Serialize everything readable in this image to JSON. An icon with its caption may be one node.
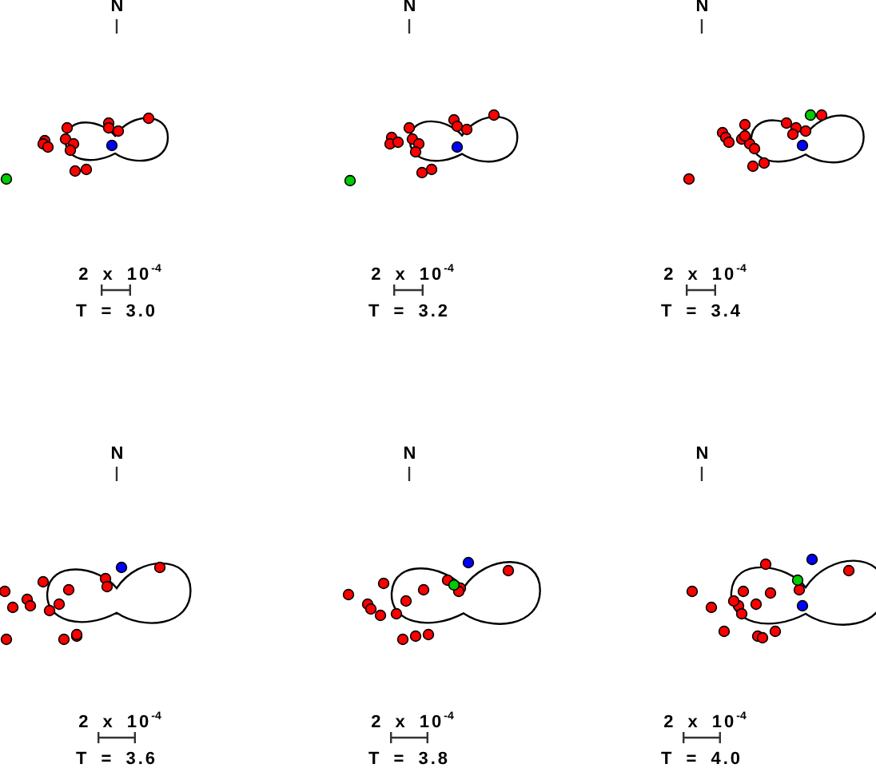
{
  "diagram": {
    "labels": [
      "N",
      "N",
      "N",
      "2 x 10$^{-4}$",
      "2 x 10$^{-4}$",
      "2 x 10$^{-4}$",
      "T = 3.0",
      "T = 3.2",
      "T = 3.4",
      "N",
      "N",
      "N",
      "2 x 10$^{-4}$",
      "2 x 10$^{-4}$",
      "2 x 10$^{-4}$",
      "T = 3.6",
      "T = 3.8",
      "T = 4.0"
    ]
  }
}
